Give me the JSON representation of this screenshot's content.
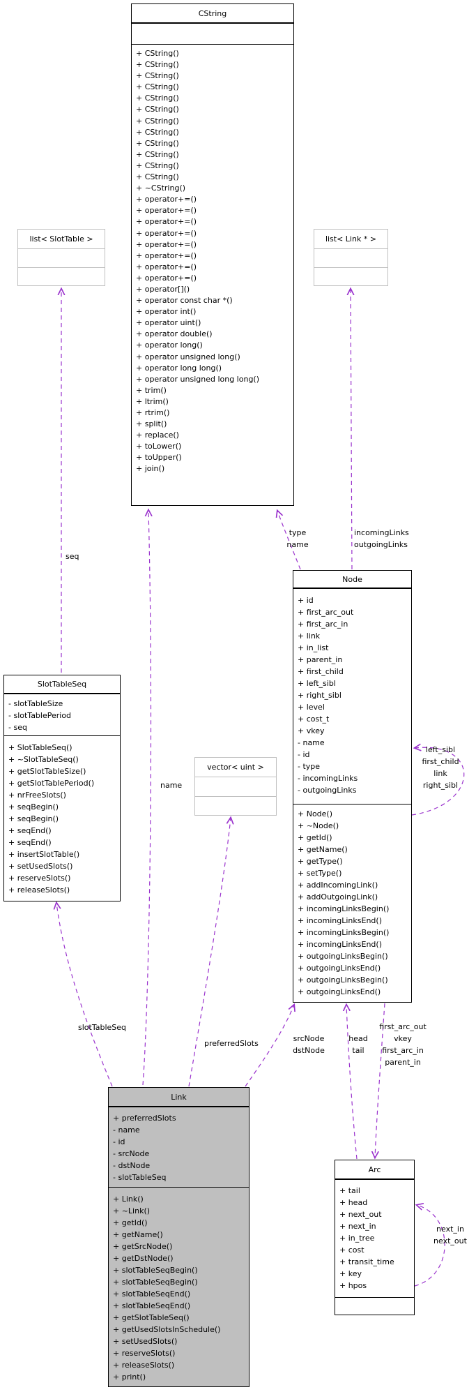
{
  "diagram": {
    "type": "uml-collaboration-diagram",
    "edge_color": "#9a32cd",
    "highlight_fill": "#bfbfbf",
    "background": "#ffffff"
  },
  "classes": {
    "cstring": {
      "title": "CString",
      "attributes": [],
      "methods": [
        "+ CString()",
        "+ CString()",
        "+ CString()",
        "+ CString()",
        "+ CString()",
        "+ CString()",
        "+ CString()",
        "+ CString()",
        "+ CString()",
        "+ CString()",
        "+ CString()",
        "+ CString()",
        "+ ~CString()",
        "+ operator+=()",
        "+ operator+=()",
        "+ operator+=()",
        "+ operator+=()",
        "+ operator+=()",
        "+ operator+=()",
        "+ operator+=()",
        "+ operator+=()",
        "+ operator[]()",
        "+ operator const char *()",
        "+ operator int()",
        "+ operator uint()",
        "+ operator double()",
        "+ operator long()",
        "+ operator unsigned long()",
        "+ operator long long()",
        "+ operator unsigned long long()",
        "+ trim()",
        "+ ltrim()",
        "+ rtrim()",
        "+ split()",
        "+ replace()",
        "+ toLower()",
        "+ toUpper()",
        "+ join()"
      ]
    },
    "list_slottable": {
      "title": "list< SlotTable >",
      "attributes": [],
      "methods": []
    },
    "list_linkptr": {
      "title": "list< Link * >",
      "attributes": [],
      "methods": []
    },
    "vector_uint": {
      "title": "vector< uint >",
      "attributes": [],
      "methods": []
    },
    "node": {
      "title": "Node",
      "attributes": [
        "+ id",
        "+ first_arc_out",
        "+ first_arc_in",
        "+ link",
        "+ in_list",
        "+ parent_in",
        "+ first_child",
        "+ left_sibl",
        "+ right_sibl",
        "+ level",
        "+ cost_t",
        "+ vkey",
        "- name",
        "- id",
        "- type",
        "- incomingLinks",
        "- outgoingLinks"
      ],
      "methods": [
        "+ Node()",
        "+ ~Node()",
        "+ getId()",
        "+ getName()",
        "+ getType()",
        "+ setType()",
        "+ addIncomingLink()",
        "+ addOutgoingLink()",
        "+ incomingLinksBegin()",
        "+ incomingLinksEnd()",
        "+ incomingLinksBegin()",
        "+ incomingLinksEnd()",
        "+ outgoingLinksBegin()",
        "+ outgoingLinksEnd()",
        "+ outgoingLinksBegin()",
        "+ outgoingLinksEnd()"
      ]
    },
    "slottableseq": {
      "title": "SlotTableSeq",
      "attributes": [
        "- slotTableSize",
        "- slotTablePeriod",
        "- seq"
      ],
      "methods": [
        "+ SlotTableSeq()",
        "+ ~SlotTableSeq()",
        "+ getSlotTableSize()",
        "+ getSlotTablePeriod()",
        "+ nrFreeSlots()",
        "+ seqBegin()",
        "+ seqBegin()",
        "+ seqEnd()",
        "+ seqEnd()",
        "+ insertSlotTable()",
        "+ setUsedSlots()",
        "+ reserveSlots()",
        "+ releaseSlots()"
      ]
    },
    "link": {
      "title": "Link",
      "attributes": [
        "+ preferredSlots",
        "- name",
        "- id",
        "- srcNode",
        "- dstNode",
        "- slotTableSeq"
      ],
      "methods": [
        "+ Link()",
        "+ ~Link()",
        "+ getId()",
        "+ getName()",
        "+ getSrcNode()",
        "+ getDstNode()",
        "+ slotTableSeqBegin()",
        "+ slotTableSeqBegin()",
        "+ slotTableSeqEnd()",
        "+ slotTableSeqEnd()",
        "+ getSlotTableSeq()",
        "+ getUsedSlotsInSchedule()",
        "+ setUsedSlots()",
        "+ reserveSlots()",
        "+ releaseSlots()",
        "+ print()"
      ]
    },
    "arc": {
      "title": "Arc",
      "attributes": [
        "+ tail",
        "+ head",
        "+ next_out",
        "+ next_in",
        "+ in_tree",
        "+ cost",
        "+ transit_time",
        "+ key",
        "+ hpos"
      ],
      "methods": []
    }
  },
  "edge_labels": {
    "seq": "seq",
    "name": "name",
    "type_name": [
      "type",
      "name"
    ],
    "links": [
      "incomingLinks",
      "outgoingLinks"
    ],
    "preferred_slots": "preferredSlots",
    "slot_table_seq": "slotTableSeq",
    "src_dst": [
      "srcNode",
      "dstNode"
    ],
    "head_tail": [
      "head",
      "tail"
    ],
    "arc_refs": [
      "first_arc_out",
      "vkey",
      "first_arc_in",
      "parent_in"
    ],
    "node_self": [
      "left_sibl",
      "first_child",
      "link",
      "right_sibl"
    ],
    "arc_self": [
      "next_in",
      "next_out"
    ]
  }
}
